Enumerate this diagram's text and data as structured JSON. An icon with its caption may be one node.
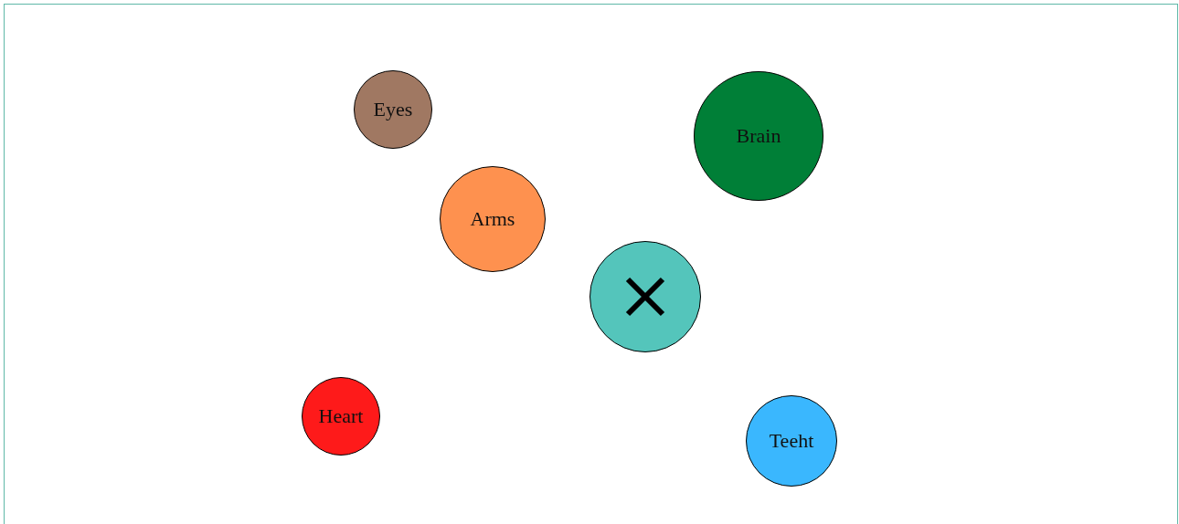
{
  "diagram": {
    "nodes": [
      {
        "text": [
          "Eyes"
        ]
      },
      {
        "text": [
          "Brain"
        ]
      },
      {
        "text": [
          "Arms"
        ]
      },
      {
        "text": [],
        "shape": "circle"
      },
      {
        "text": [
          "Heart"
        ]
      },
      {
        "text": [
          "Teeht"
        ]
      }
    ]
  }
}
